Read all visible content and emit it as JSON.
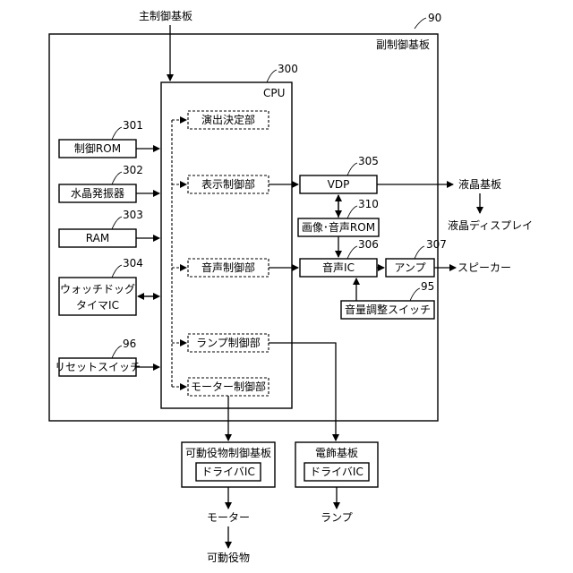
{
  "labels": {
    "main_board": "主制御基板",
    "sub_board": "副制御基板",
    "sub_board_ref": "90",
    "cpu": "CPU",
    "cpu_ref": "300",
    "control_rom": "制御ROM",
    "control_rom_ref": "301",
    "crystal": "水晶発振器",
    "crystal_ref": "302",
    "ram": "RAM",
    "ram_ref": "303",
    "watchdog_line1": "ウォッチドッグ",
    "watchdog_line2": "タイマIC",
    "watchdog_ref": "304",
    "reset_switch": "リセットスイッチ",
    "reset_switch_ref": "96",
    "effect_decision": "演出決定部",
    "display_control": "表示制御部",
    "sound_control": "音声制御部",
    "lamp_control": "ランプ制御部",
    "motor_control": "モーター制御部",
    "vdp": "VDP",
    "vdp_ref": "305",
    "image_sound_rom": "画像･音声ROM",
    "image_sound_rom_ref": "310",
    "sound_ic": "音声IC",
    "sound_ic_ref": "306",
    "amp": "アンプ",
    "amp_ref": "307",
    "volume_switch": "音量調整スイッチ",
    "volume_switch_ref": "95",
    "lcd_board": "液晶基板",
    "lcd_display": "液晶ディスプレイ",
    "speaker": "スピーカー",
    "movable_board": "可動役物制御基板",
    "driver_ic_1": "ドライバIC",
    "decor_board": "電飾基板",
    "driver_ic_2": "ドライバIC",
    "motor": "モーター",
    "movable_part": "可動役物",
    "lamp": "ランプ"
  }
}
